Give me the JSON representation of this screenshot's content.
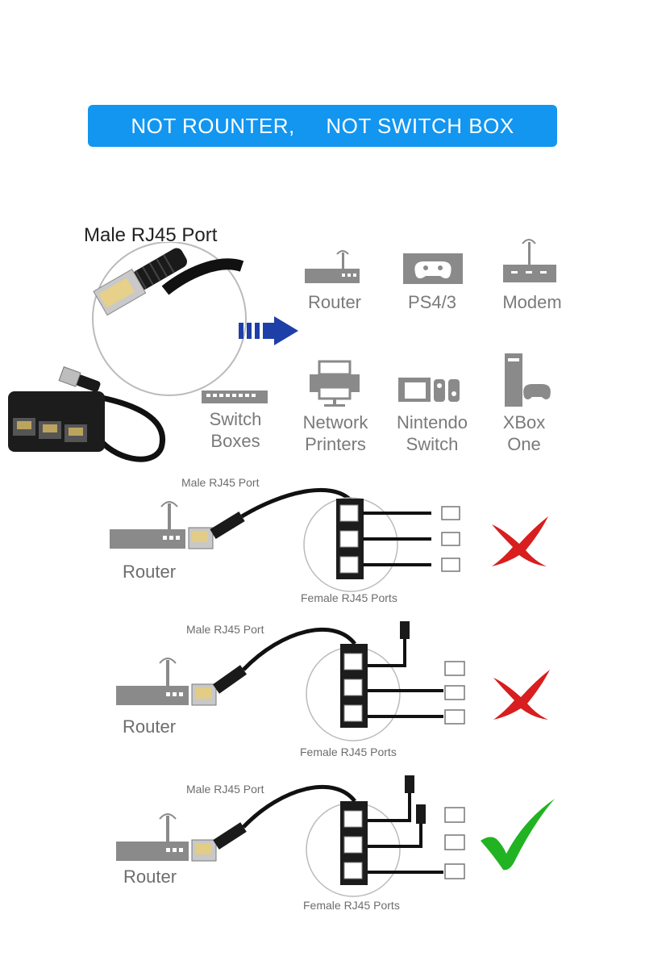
{
  "banner": {
    "text_left": "NOT ROUNTER,",
    "text_right": "NOT SWITCH BOX",
    "color": "#1296f0"
  },
  "header_label": "Male RJ45 Port",
  "devices": [
    {
      "icon": "router-icon",
      "line1": "Router",
      "line2": ""
    },
    {
      "icon": "ps4-icon",
      "line1": "PS4/3",
      "line2": ""
    },
    {
      "icon": "modem-icon",
      "line1": "Modem",
      "line2": ""
    },
    {
      "icon": "switch-box-icon",
      "line1": "Switch",
      "line2": "Boxes"
    },
    {
      "icon": "printer-icon",
      "line1": "Network",
      "line2": "Printers"
    },
    {
      "icon": "nintendo-switch-icon",
      "line1": "Nintendo",
      "line2": "Switch"
    },
    {
      "icon": "xbox-icon",
      "line1": "XBox",
      "line2": "One"
    }
  ],
  "diagrams": [
    {
      "male_label": "Male RJ45 Port",
      "router_label": "Router",
      "female_label": "Female RJ45 Ports",
      "result": "cross-icon"
    },
    {
      "male_label": "Male RJ45 Port",
      "router_label": "Router",
      "female_label": "Female RJ45 Ports",
      "result": "cross-icon"
    },
    {
      "male_label": "Male RJ45 Port",
      "router_label": "Router",
      "female_label": "Female RJ45 Ports",
      "result": "check-icon"
    }
  ],
  "colors": {
    "cross": "#d81e1e",
    "check": "#22b322",
    "arrow": "#1e3fa8",
    "icon_gray": "#8a8a8a"
  }
}
